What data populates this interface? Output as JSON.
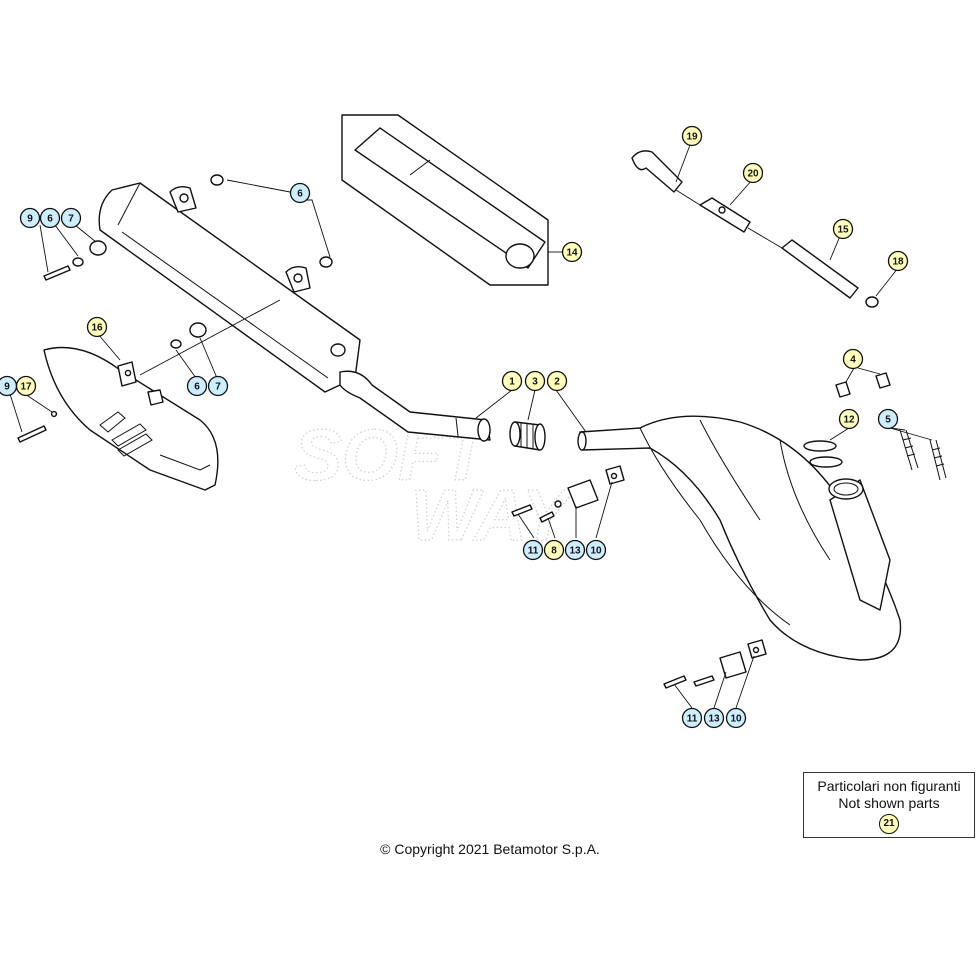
{
  "footer": {
    "copyright": "© Copyright 2021 Betamotor S.p.A."
  },
  "not_shown_box": {
    "line1": "Particolari non figuranti",
    "line2": "Not shown parts",
    "part": "21"
  },
  "watermark": "SOFT WAY",
  "callout_colors": {
    "yellow": "#ffffbb",
    "cyan": "#cceeff"
  },
  "callouts": [
    {
      "label": "1",
      "color": "yellow"
    },
    {
      "label": "3",
      "color": "yellow"
    },
    {
      "label": "2",
      "color": "yellow"
    },
    {
      "label": "4",
      "color": "yellow"
    },
    {
      "label": "5",
      "color": "cyan"
    },
    {
      "label": "6",
      "color": "cyan"
    },
    {
      "label": "9",
      "color": "cyan"
    },
    {
      "label": "6",
      "color": "cyan"
    },
    {
      "label": "7",
      "color": "cyan"
    },
    {
      "label": "6",
      "color": "cyan"
    },
    {
      "label": "7",
      "color": "cyan"
    },
    {
      "label": "9",
      "color": "cyan"
    },
    {
      "label": "17",
      "color": "yellow"
    },
    {
      "label": "16",
      "color": "yellow"
    },
    {
      "label": "14",
      "color": "yellow"
    },
    {
      "label": "19",
      "color": "yellow"
    },
    {
      "label": "20",
      "color": "yellow"
    },
    {
      "label": "15",
      "color": "yellow"
    },
    {
      "label": "18",
      "color": "yellow"
    },
    {
      "label": "12",
      "color": "yellow"
    },
    {
      "label": "11",
      "color": "cyan"
    },
    {
      "label": "8",
      "color": "yellow"
    },
    {
      "label": "13",
      "color": "cyan"
    },
    {
      "label": "10",
      "color": "cyan"
    },
    {
      "label": "11",
      "color": "cyan"
    },
    {
      "label": "13",
      "color": "cyan"
    },
    {
      "label": "10",
      "color": "cyan"
    }
  ]
}
